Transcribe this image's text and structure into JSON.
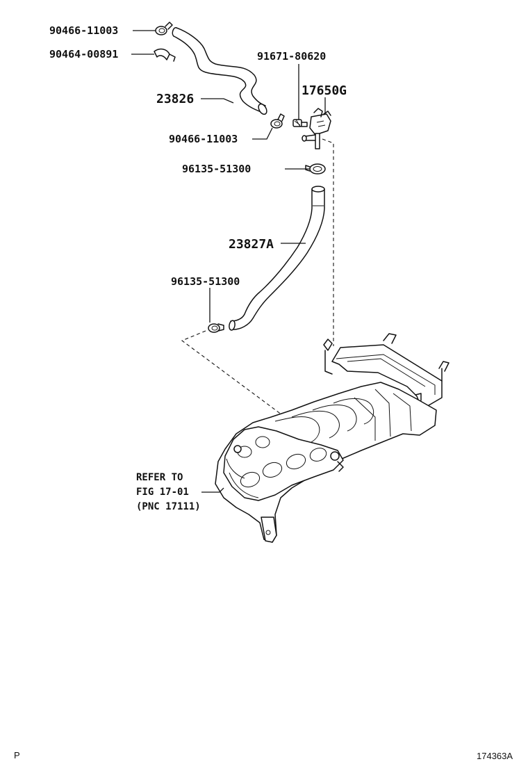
{
  "labels": {
    "clip_upper": "90466-11003",
    "clip_band": "90464-00891",
    "hose_upper": "23826",
    "clip_lower": "90466-11003",
    "screw": "91671-80620",
    "valve": "17650G",
    "clamp_upper": "96135-51300",
    "hose_lower": "23827A",
    "clamp_lower": "96135-51300",
    "refer_line1": "REFER TO",
    "refer_line2": "FIG 17-01",
    "refer_line3": "(PNC 17111)"
  },
  "footer": {
    "left_code": "P",
    "figure_id": "174363A"
  }
}
